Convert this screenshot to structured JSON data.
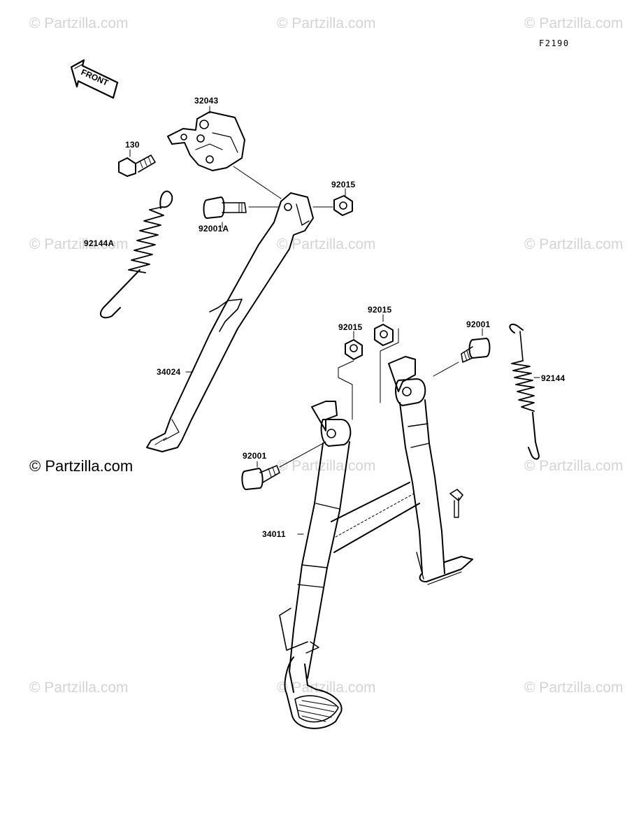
{
  "figure_code": "F2190",
  "front_arrow_text": "FRONT",
  "watermark_text": "© Partzilla.com",
  "watermark_main": "© Partzilla.com",
  "parts": {
    "p32043": "32043",
    "p130": "130",
    "p92015_top": "92015",
    "p92001A": "92001A",
    "p92144A": "92144A",
    "p34024": "34024",
    "p92015_a": "92015",
    "p92015_b": "92015",
    "p92001_right": "92001",
    "p92144": "92144",
    "p92001_left": "92001",
    "p34011": "34011"
  },
  "colors": {
    "line": "#000000",
    "watermark": "#d4d4d4"
  }
}
